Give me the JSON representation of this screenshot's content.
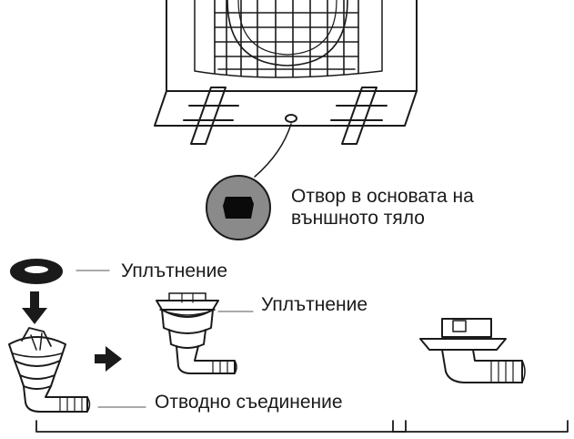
{
  "labels": {
    "base_hole_line1": "Отвор в основата на",
    "base_hole_line2": "външното тяло",
    "seal_top": "Уплътнение",
    "seal_assembled": "Уплътнение",
    "drain_joint": "Отводно съединение"
  },
  "colors": {
    "ink": "#1a1a1a",
    "hole_fill": "#8a8a8a"
  }
}
